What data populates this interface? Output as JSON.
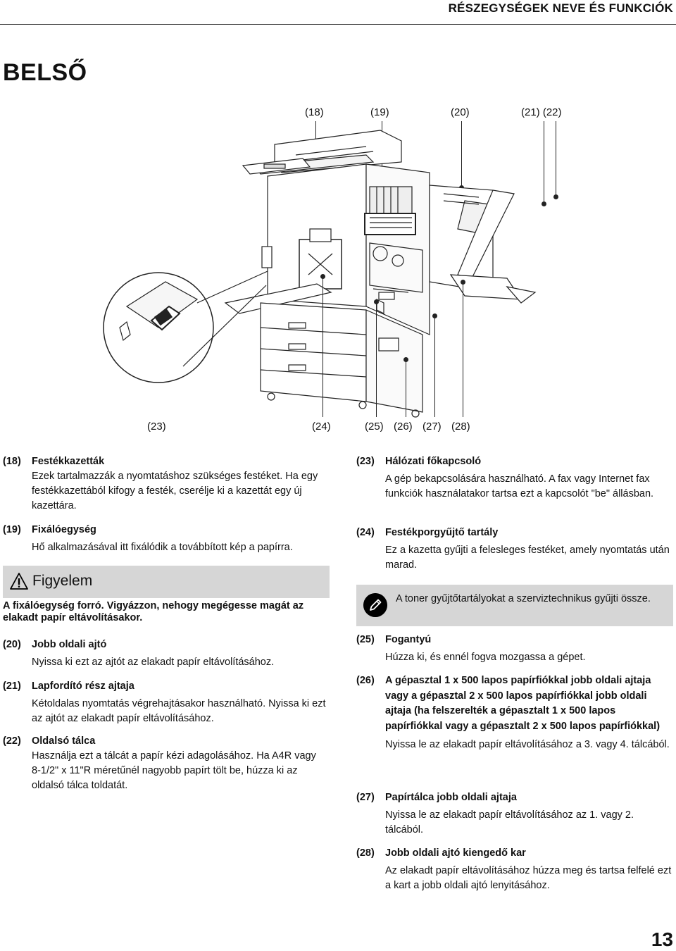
{
  "header": {
    "section": "RÉSZEGYSÉGEK NEVE ÉS FUNKCIÓK"
  },
  "page_title": "BELSŐ",
  "callouts_top": [
    "(18)",
    "(19)",
    "(20)",
    "(21) (22)"
  ],
  "callouts_bottom": [
    "(23)",
    "(24)",
    "(25)",
    "(26)",
    "(27)",
    "(28)"
  ],
  "items": {
    "i18": {
      "num": "(18)",
      "title": "Festékkazetták",
      "desc": "Ezek tartalmazzák a nyomtatáshoz szükséges festéket. Ha egy festékkazettából kifogy a festék, cserélje ki a kazettát egy új kazettára."
    },
    "i19": {
      "num": "(19)",
      "title": "Fixálóegység",
      "desc": "Hő alkalmazásával itt fixálódik a továbbított kép a papírra."
    },
    "i20": {
      "num": "(20)",
      "title": "Jobb oldali ajtó",
      "desc": "Nyissa ki ezt az ajtót az elakadt papír eltávolításához."
    },
    "i21": {
      "num": "(21)",
      "title": "Lapfordító rész ajtaja",
      "desc": "Kétoldalas nyomtatás végrehajtásakor használható. Nyissa ki ezt az ajtót az elakadt papír eltávolításához."
    },
    "i22": {
      "num": "(22)",
      "title": "Oldalsó tálca",
      "desc": "Használja ezt a tálcát a papír kézi adagolásához. Ha A4R vagy 8-1/2\" x 11\"R méretűnél nagyobb papírt tölt be, húzza ki az oldalsó tálca toldatát."
    },
    "i23": {
      "num": "(23)",
      "title": "Hálózati főkapcsoló",
      "desc": "A gép bekapcsolására használható. A fax vagy Internet fax funkciók használatakor tartsa ezt a kapcsolót \"be\" állásban."
    },
    "i24": {
      "num": "(24)",
      "title": "Festékporgyűjtő tartály",
      "desc": "Ez a kazetta gyűjti a felesleges festéket, amely nyomtatás után marad."
    },
    "i25": {
      "num": "(25)",
      "title": "Fogantyú",
      "desc": "Húzza ki, és ennél fogva mozgassa a gépet."
    },
    "i26": {
      "num": "(26)",
      "title": "A gépasztal 1 x 500 lapos papírfiókkal jobb oldali ajtaja vagy a gépasztal 2 x 500 lapos papírfiókkal jobb oldali ajtaja (ha felszerelték a gépasztalt 1 x 500 lapos papírfiókkal vagy a gépasztalt 2 x 500 lapos papírfiókkal)",
      "desc": "Nyissa le az elakadt papír eltávolításához a 3. vagy 4. tálcából."
    },
    "i27": {
      "num": "(27)",
      "title": "Papírtálca jobb oldali ajtaja",
      "desc": "Nyissa le az elakadt papír eltávolításához az 1. vagy 2. tálcából."
    },
    "i28": {
      "num": "(28)",
      "title": "Jobb oldali ajtó kiengedő kar",
      "desc": "Az elakadt papír eltávolításához húzza meg és tartsa felfelé ezt a kart a jobb oldali ajtó lenyitásához."
    }
  },
  "caution": {
    "icon": "warning-triangle-icon",
    "title": "Figyelem",
    "text": "A fixálóegység forró. Vigyázzon, nehogy megégesse magát az elakadt papír eltávolításakor."
  },
  "note": {
    "icon": "pencil-note-icon",
    "text": "A toner gyűjtőtartályokat a szerviztechnikus gyűjti össze."
  },
  "page_number": "13"
}
